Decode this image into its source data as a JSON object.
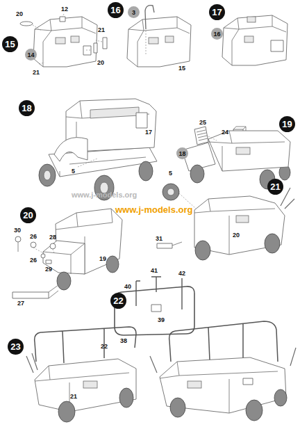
{
  "diagram": {
    "nodes": [
      {
        "text": [
          "15"
        ]
      },
      {
        "text": [
          "14"
        ]
      },
      {
        "text": [
          "16"
        ]
      },
      {
        "text": [
          "3"
        ]
      },
      {
        "text": [
          "17"
        ]
      },
      {
        "text": [
          "16"
        ]
      },
      {
        "text": [
          "18"
        ]
      },
      {
        "text": [
          "19"
        ]
      },
      {
        "text": [
          "18"
        ]
      },
      {
        "text": [
          "20"
        ]
      },
      {
        "text": [
          "21"
        ]
      },
      {
        "text": [
          "22"
        ]
      },
      {
        "text": [
          "23"
        ]
      }
    ],
    "edges": [],
    "labels": [
      "20",
      "12",
      "21",
      "20",
      "21",
      "15",
      "24",
      "17",
      "5",
      "25",
      "30",
      "26",
      "28",
      "26",
      "29",
      "27",
      "19",
      "5",
      "31",
      "20",
      "41",
      "42",
      "40",
      "39",
      "38",
      "22",
      "21",
      "www.j-models.org",
      "www.j-models.org"
    ]
  }
}
